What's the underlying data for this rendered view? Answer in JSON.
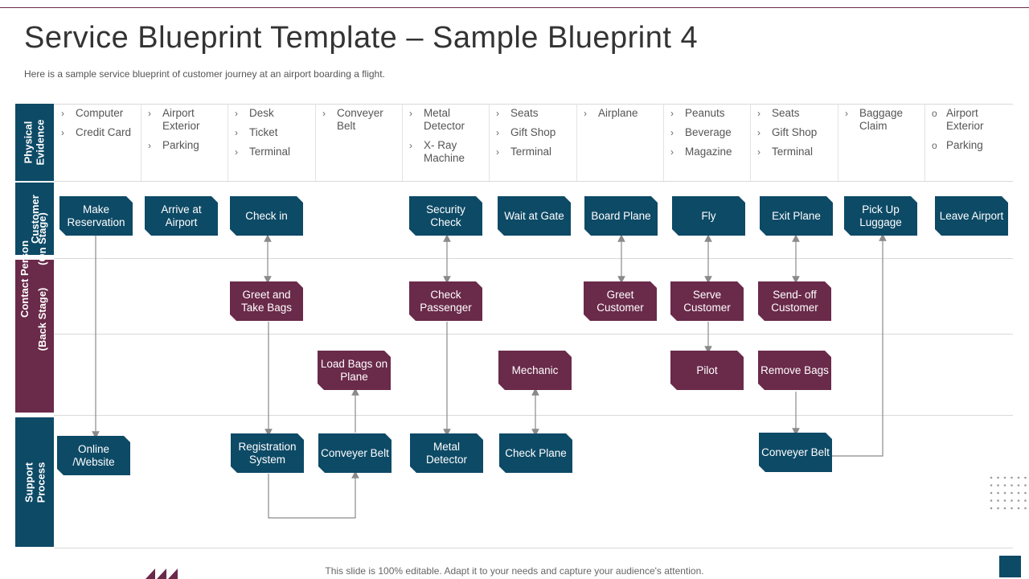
{
  "slide": {
    "title": "Service Blueprint Template – Sample Blueprint 4",
    "subtitle": "Here is a sample service blueprint of customer journey at an airport boarding a flight.",
    "footer": "This slide is 100% editable. Adapt it to your needs and capture your audience's attention."
  },
  "lanes": {
    "physical": "Physical\nEvidence",
    "customer": "Customer",
    "contact": "Contact Person",
    "onstage": "(On Stage)",
    "backstage": "(Back Stage)",
    "support": "Support\nProcess"
  },
  "physical_evidence": [
    {
      "bullet": "›",
      "items": [
        "Computer",
        "Credit Card"
      ]
    },
    {
      "bullet": "›",
      "items": [
        "Airport Exterior",
        "Parking"
      ]
    },
    {
      "bullet": "›",
      "items": [
        "Desk",
        "Ticket",
        "Terminal"
      ]
    },
    {
      "bullet": "›",
      "items": [
        "Conveyer Belt"
      ]
    },
    {
      "bullet": "›",
      "items": [
        "Metal Detector",
        "X- Ray Machine"
      ]
    },
    {
      "bullet": "›",
      "items": [
        "Seats",
        "Gift Shop",
        "Terminal"
      ]
    },
    {
      "bullet": "›",
      "items": [
        "Airplane"
      ]
    },
    {
      "bullet": "›",
      "items": [
        "Peanuts",
        "Beverage",
        "Magazine"
      ]
    },
    {
      "bullet": "›",
      "items": [
        "Seats",
        "Gift Shop",
        "Terminal"
      ]
    },
    {
      "bullet": "›",
      "items": [
        "Baggage Claim"
      ]
    },
    {
      "bullet": "o",
      "items": [
        "Airport Exterior",
        "Parking"
      ]
    }
  ],
  "customer": {
    "make_reservation": "Make Reservation",
    "arrive_at_airport": "Arrive at Airport",
    "check_in": "Check in",
    "security_check": "Security Check",
    "wait_at_gate": "Wait at Gate",
    "board_plane": "Board Plane",
    "fly": "Fly",
    "exit_plane": "Exit Plane",
    "pick_up_luggage": "Pick Up Luggage",
    "leave_airport": "Leave Airport"
  },
  "onstage": {
    "greet_take_bags": "Greet and Take Bags",
    "check_passenger": "Check Passenger",
    "greet_customer": "Greet Customer",
    "serve_customer": "Serve Customer",
    "send_off_customer": "Send- off Customer"
  },
  "backstage": {
    "load_bags": "Load Bags on Plane",
    "mechanic": "Mechanic",
    "pilot": "Pilot",
    "remove_bags": "Remove Bags"
  },
  "support": {
    "online_website": "Online /Website",
    "registration_system": "Registration System",
    "conveyer_belt_1": "Conveyer Belt",
    "metal_detector": "Metal Detector",
    "check_plane": "Check Plane",
    "conveyer_belt_2": "Conveyer Belt"
  },
  "colors": {
    "blue": "#0d4a66",
    "maroon": "#6a2a4a"
  }
}
